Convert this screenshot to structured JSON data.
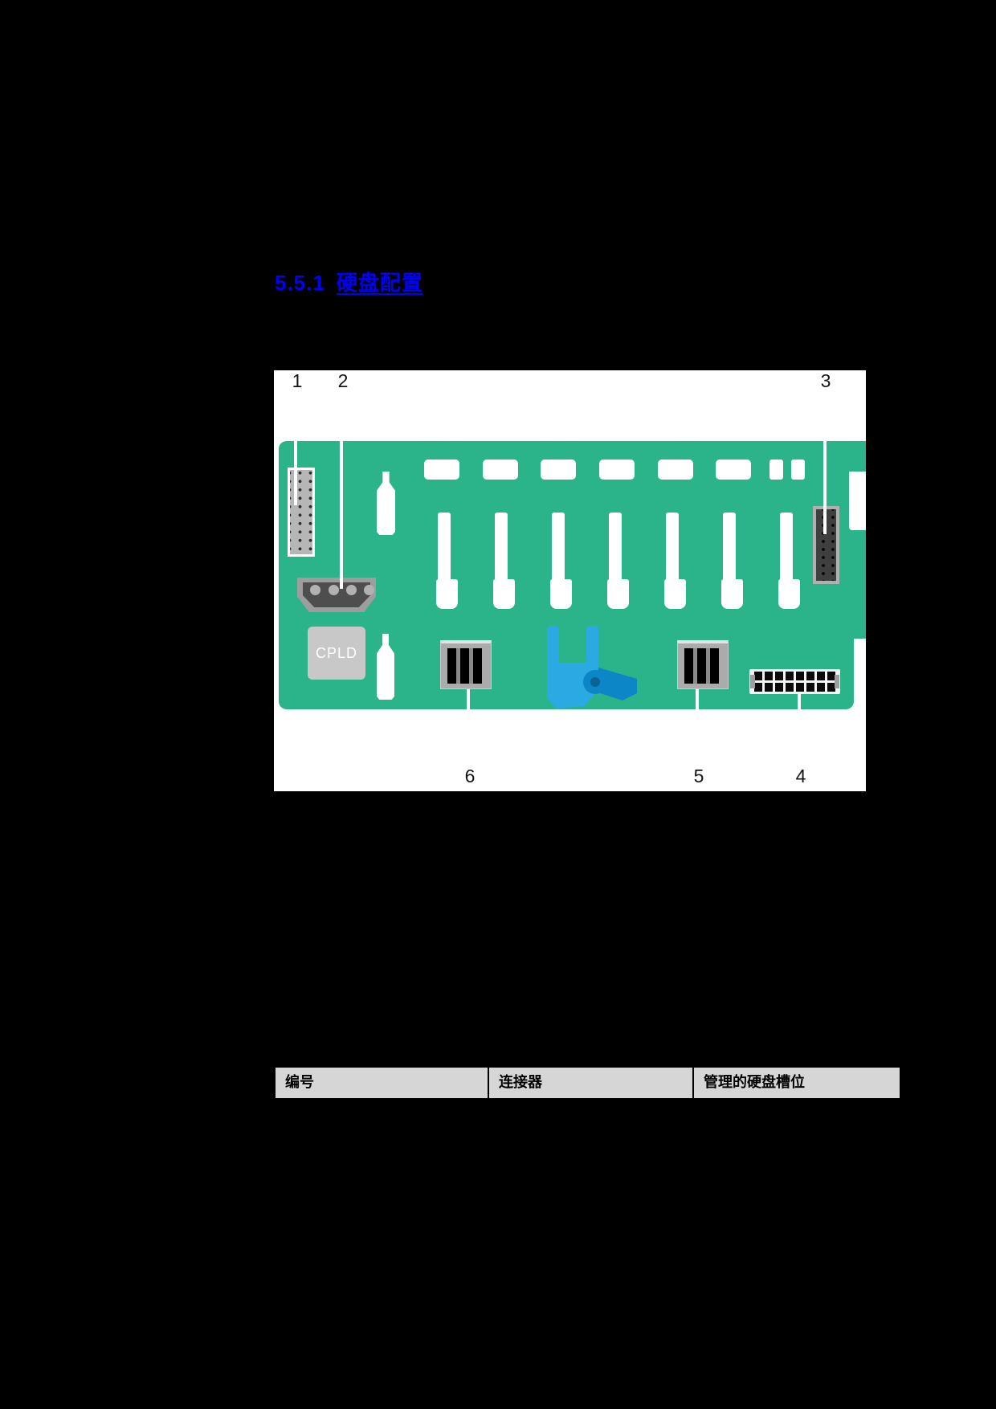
{
  "heading": {
    "section_number": "5.5.1",
    "link_text": "硬盘配置"
  },
  "figure": {
    "callouts_top": [
      {
        "text": "1"
      },
      {
        "text": "2"
      },
      {
        "text": "3"
      }
    ],
    "callouts_bottom": [
      {
        "text": "6"
      },
      {
        "text": "5"
      },
      {
        "text": "4"
      }
    ],
    "cpld_label": "CPLD"
  },
  "table": {
    "headers": [
      {
        "label": "编号"
      },
      {
        "label": "连接器"
      },
      {
        "label": "管理的硬盘槽位"
      }
    ]
  },
  "theme": {
    "board_green": "#2BB38A",
    "link_blue": "#0202F2",
    "clip_blue": "#2AA9E2",
    "clip_blue_dark": "#0D86C7",
    "table_header_bg": "#D6D6D6"
  }
}
